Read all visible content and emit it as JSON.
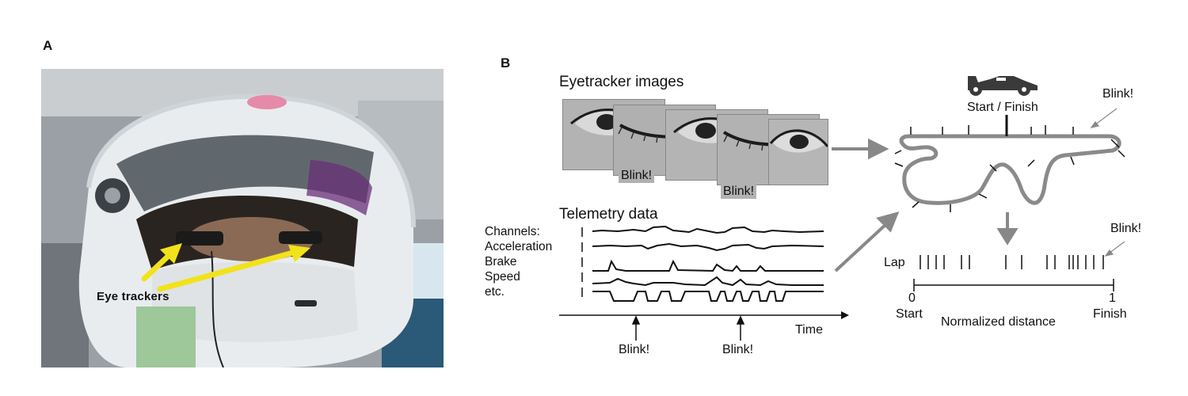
{
  "panel_a": {
    "label": "A",
    "caption": "Eye trackers"
  },
  "panel_b": {
    "label": "B",
    "eyetracker_title": "Eyetracker images",
    "eye_blink_labels": [
      "Blink!",
      "Blink!"
    ],
    "telemetry_title": "Telemetry data",
    "channels": [
      "Channels:",
      "Acceleration",
      "Brake",
      "Speed",
      "etc."
    ],
    "time_label": "Time",
    "telemetry_blinks": [
      "Blink!",
      "Blink!"
    ],
    "track_start_finish": "Start / Finish",
    "track_blink": "Blink!",
    "lap_label": "Lap",
    "lap_blink": "Blink!",
    "axis_min": "0",
    "axis_max": "1",
    "axis_start": "Start",
    "axis_finish": "Finish",
    "axis_label": "Normalized distance"
  },
  "colors": {
    "arrow_gray": "#888888",
    "track_gray": "#8a8a8a",
    "yellow_arrow": "#f2e21a"
  }
}
